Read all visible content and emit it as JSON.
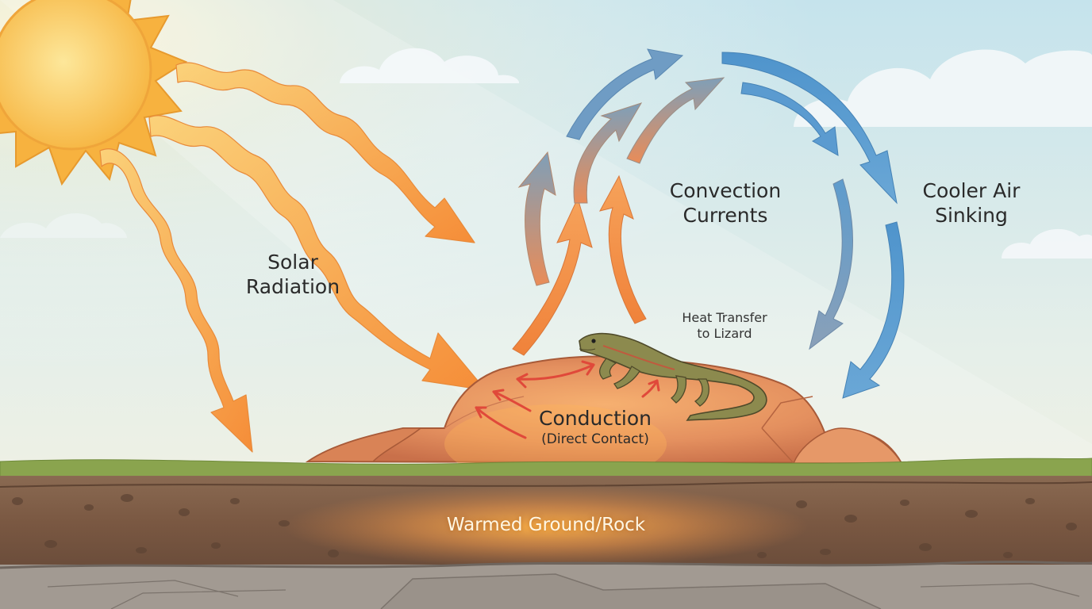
{
  "labels": {
    "solar_radiation": [
      "Solar",
      "Radiation"
    ],
    "convection_currents": [
      "Convection",
      "Currents"
    ],
    "cooler_air_sinking": [
      "Cooler Air",
      "Sinking"
    ],
    "heat_transfer": [
      "Heat Transfer",
      "to Lizard"
    ],
    "conduction": "Conduction",
    "conduction_sub": "(Direct Contact)",
    "ground": "Warmed Ground/Rock"
  },
  "colors": {
    "sky_top": "#cbe6ee",
    "sky_bottom": "#e8f1ec",
    "sun": "#f7b845",
    "radiation_orange": "#f59a3c",
    "warm_air_orange": "#f08a42",
    "cool_air_blue": "#5f9fcf",
    "conduction_red": "#e0493a",
    "rock": "#df8a5c",
    "grass": "#8aa24e",
    "soil": "#7a5a44",
    "bedrock": "#a29a92",
    "lizard": "#8c8a4e"
  }
}
